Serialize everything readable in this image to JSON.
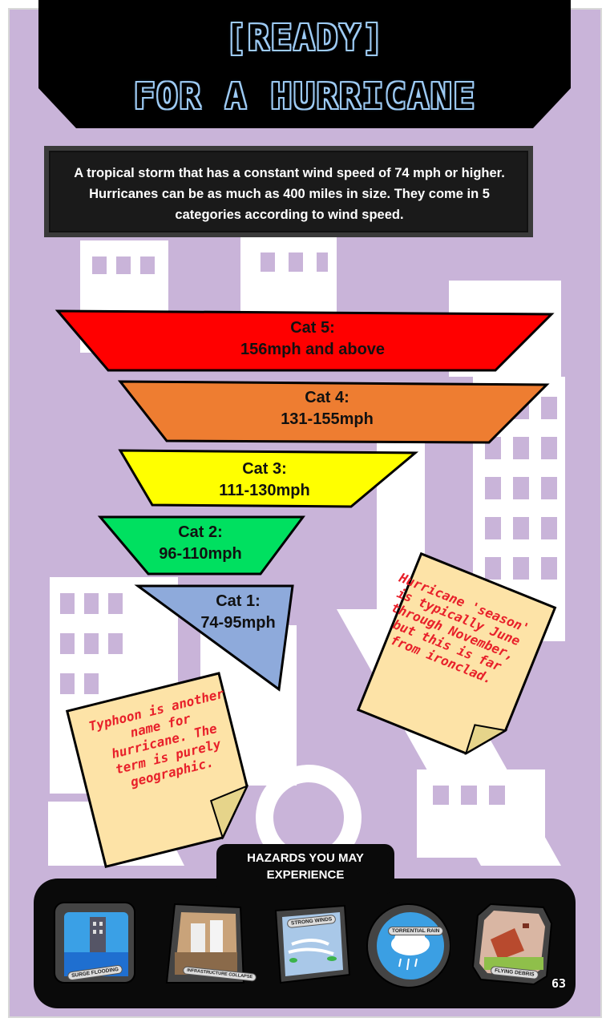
{
  "title": {
    "line1": "[READY]",
    "line2": "FOR A HURRICANE"
  },
  "description": "A tropical storm that has a constant wind speed of 74 mph or higher.  Hurricanes can be as much as 400 miles in size.  They come in 5 categories according to wind speed.",
  "categories": [
    {
      "name": "Cat 5:",
      "range": "156mph and above",
      "color": "#ff0000"
    },
    {
      "name": "Cat 4:",
      "range": "131-155mph",
      "color": "#ee7d31"
    },
    {
      "name": "Cat 3:",
      "range": "111-130mph",
      "color": "#ffff00"
    },
    {
      "name": "Cat 2:",
      "range": "96-110mph",
      "color": "#00e060"
    },
    {
      "name": "Cat 1:",
      "range": "74-95mph",
      "color": "#8eaadb"
    }
  ],
  "notes": {
    "season": "Hurricane 'season' is typically June through November, but this is far from ironclad.",
    "typhoon": "Typhoon is another name for hurricane. The term is purely geographic."
  },
  "hazards": {
    "title": "HAZARDS YOU MAY EXPERIENCE",
    "items": [
      {
        "label": "SURGE FLOODING",
        "icon": "surge-flooding-icon"
      },
      {
        "label": "INFRASTRUCTURE COLLAPSE",
        "icon": "infrastructure-collapse-icon"
      },
      {
        "label": "STRONG WINDS",
        "icon": "strong-winds-icon"
      },
      {
        "label": "TORRENTIAL RAIN",
        "icon": "torrential-rain-icon"
      },
      {
        "label": "FLYING DEBRIS",
        "icon": "flying-debris-icon"
      }
    ]
  },
  "page_number": "63",
  "colors": {
    "background": "#c9b4d9",
    "buildings": "#ffffff",
    "note": "#fde3a7",
    "note_text": "#e8202a",
    "title_glow": "#9ecbf4"
  }
}
